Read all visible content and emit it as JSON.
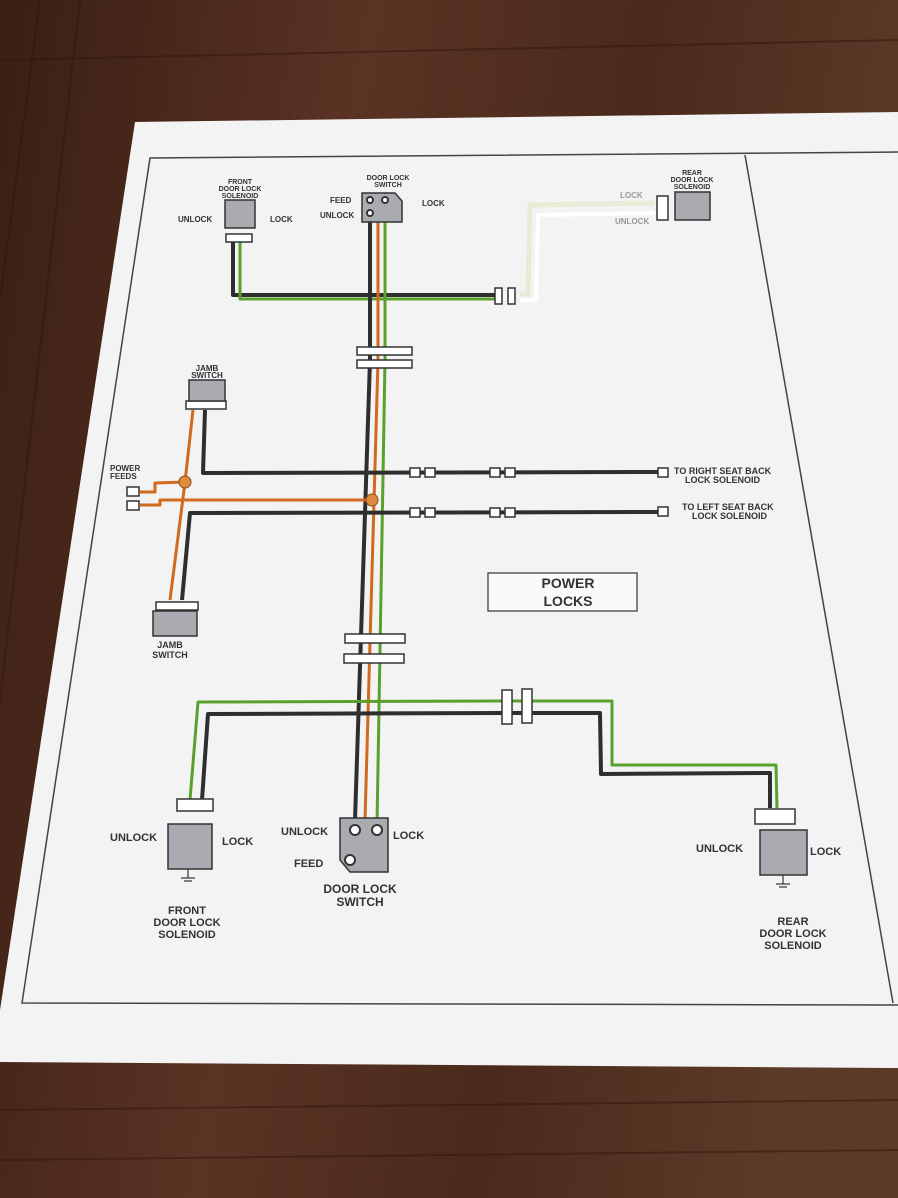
{
  "title": {
    "line1": "POWER",
    "line2": "LOCKS"
  },
  "top": {
    "front_solenoid": {
      "l1": "FRONT",
      "l2": "DOOR LOCK",
      "l3": "SOLENOID",
      "unlock": "UNLOCK",
      "lock": "LOCK"
    },
    "switch": {
      "l1": "DOOR LOCK",
      "l2": "SWITCH",
      "feed": "FEED",
      "unlock": "UNLOCK",
      "lock": "LOCK"
    },
    "rear_solenoid": {
      "l1": "REAR",
      "l2": "DOOR LOCK",
      "l3": "SOLENOID",
      "lock": "LOCK",
      "unlock": "UNLOCK"
    }
  },
  "middle": {
    "jamb_top": {
      "l1": "JAMB",
      "l2": "SWITCH"
    },
    "power_feeds": {
      "l1": "POWER",
      "l2": "FEEDS"
    },
    "right_seat": {
      "l1": "TO RIGHT SEAT BACK",
      "l2": "LOCK SOLENOID"
    },
    "left_seat": {
      "l1": "TO LEFT SEAT BACK",
      "l2": "LOCK SOLENOID"
    },
    "jamb_bottom": {
      "l1": "JAMB",
      "l2": "SWITCH"
    }
  },
  "bottom": {
    "front_solenoid": {
      "unlock": "UNLOCK",
      "lock": "LOCK",
      "l1": "FRONT",
      "l2": "DOOR LOCK",
      "l3": "SOLENOID"
    },
    "switch": {
      "unlock": "UNLOCK",
      "lock": "LOCK",
      "feed": "FEED",
      "l1": "DOOR LOCK",
      "l2": "SWITCH"
    },
    "rear_solenoid": {
      "unlock": "UNLOCK",
      "lock": "LOCK",
      "l1": "REAR",
      "l2": "DOOR LOCK",
      "l3": "SOLENOID"
    }
  },
  "colors": {
    "black_wire": "#2e2e2e",
    "orange_wire": "#d2691e",
    "green_wire": "#5aa02c",
    "component": "#a9abb0",
    "wood": "#4a2a1c",
    "paper": "#f4f4f4"
  }
}
